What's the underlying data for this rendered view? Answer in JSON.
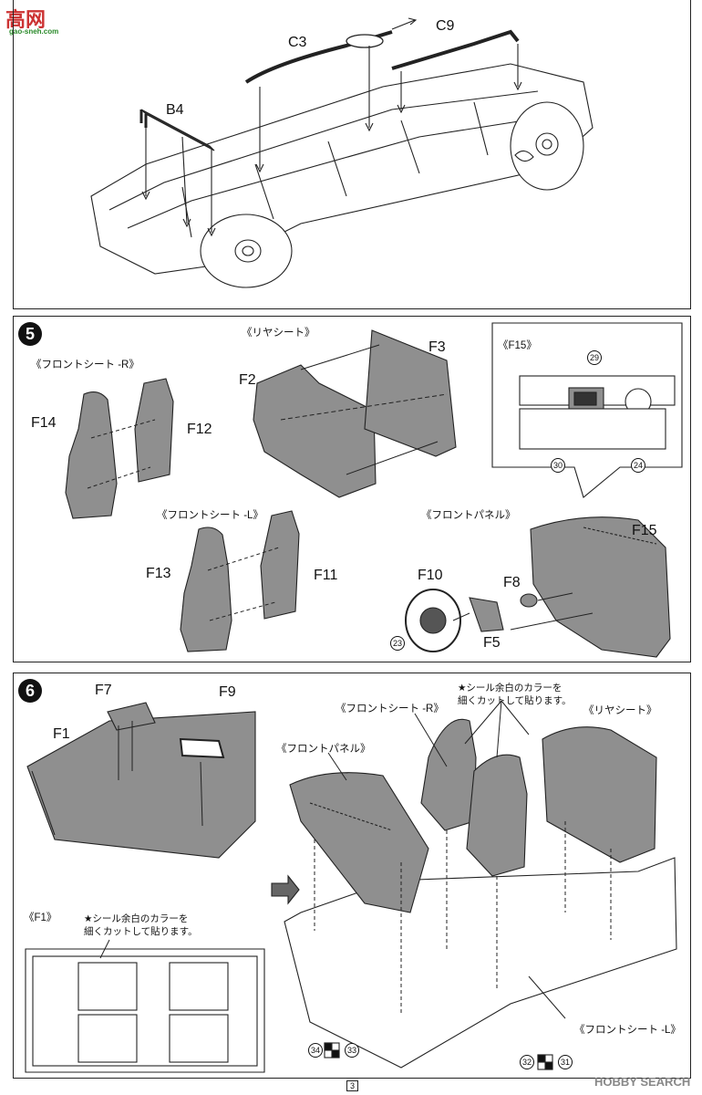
{
  "watermark": {
    "logo": "高网",
    "url": "gao-sneh.com",
    "bottom": "HOBBY SEARCH"
  },
  "page_number": "3",
  "step_top": {
    "labels": {
      "c3": "C3",
      "c9": "C9",
      "b4": "B4"
    }
  },
  "step5": {
    "number": "5",
    "front_seat_r": "《フロントシート -R》",
    "front_seat_l": "《フロントシート -L》",
    "rear_seat": "《リヤシート》",
    "front_panel": "《フロントパネル》",
    "f15_detail": "《F15》",
    "parts": {
      "f14": "F14",
      "f12": "F12",
      "f13": "F13",
      "f11": "F11",
      "f2": "F2",
      "f3": "F3",
      "f10": "F10",
      "f8": "F8",
      "f5": "F5",
      "f15": "F15"
    },
    "decals": {
      "d29": "29",
      "d30": "30",
      "d24": "24",
      "d23": "23"
    }
  },
  "step6": {
    "number": "6",
    "parts": {
      "f7": "F7",
      "f9": "F9",
      "f1": "F1"
    },
    "front_panel": "《フロントパネル》",
    "front_seat_r": "《フロントシート -R》",
    "front_seat_l": "《フロントシート -L》",
    "rear_seat": "《リヤシート》",
    "note_top": "★シール余白のカラーを\n細くカットして貼ります。",
    "f1_detail": "《F1》",
    "note_f1": "★シール余白のカラーを\n細くカットして貼ります。",
    "decals": {
      "d34": "34",
      "d33": "33",
      "d32": "32",
      "d31": "31"
    }
  },
  "colors": {
    "part_fill": "#8f8f8f",
    "line": "#222222",
    "background": "#ffffff"
  }
}
